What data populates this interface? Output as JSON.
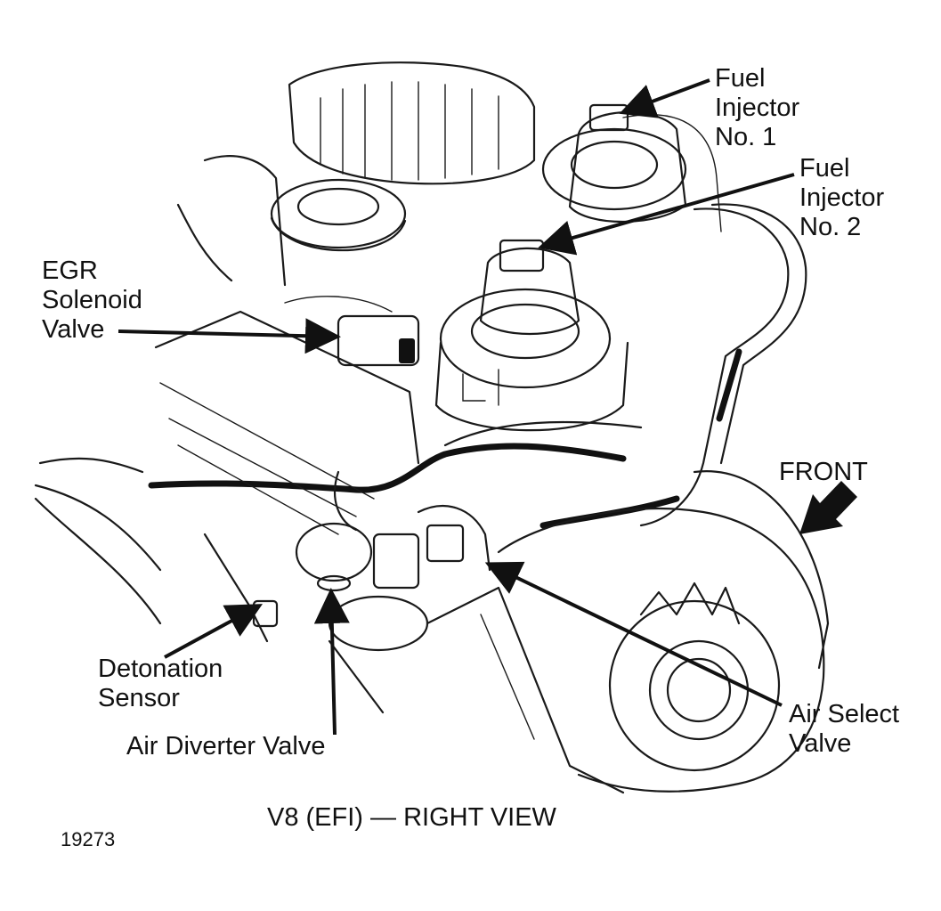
{
  "labels": {
    "fuel_injector_1": [
      "Fuel",
      "Injector",
      "No. 1"
    ],
    "fuel_injector_2": [
      "Fuel",
      "Injector",
      "No. 2"
    ],
    "egr_solenoid_valve": [
      "EGR",
      "Solenoid",
      "Valve"
    ],
    "front": "FRONT",
    "detonation_sensor": [
      "Detonation",
      "Sensor"
    ],
    "air_diverter_valve": "Air Diverter Valve",
    "air_select_valve": [
      "Air Select",
      "Valve"
    ]
  },
  "caption": "V8 (EFI) — RIGHT VIEW",
  "figure_number": "19273"
}
